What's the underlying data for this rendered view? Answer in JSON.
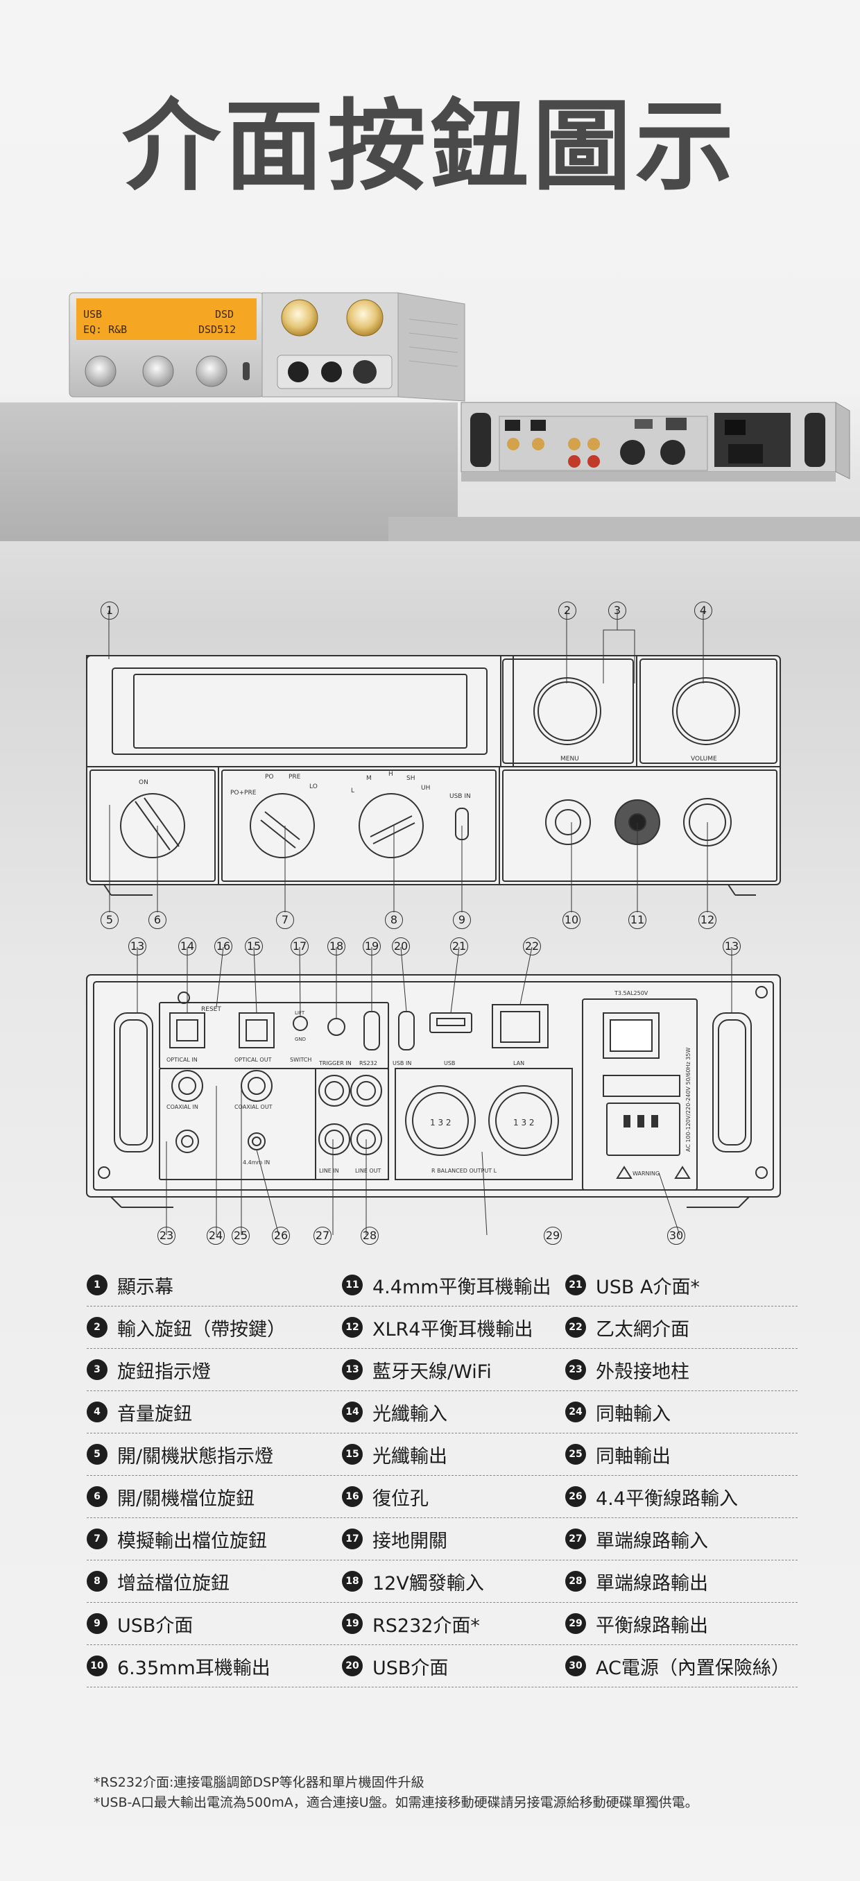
{
  "title": "介面按鈕圖示",
  "front_panel_display": {
    "line1_left": "USB",
    "line1_right": "DSD",
    "line2_left": "EQ: R&B",
    "line2_right": "DSD512"
  },
  "diagram_labels": {
    "on": "ON",
    "po_pre": "PO+PRE",
    "po": "PO",
    "pre": "PRE",
    "lo": "LO",
    "l": "L",
    "m": "M",
    "h": "H",
    "sh": "SH",
    "uh": "UH",
    "usb_in": "USB IN",
    "menu": "MENU",
    "volume": "VOLUME",
    "reset": "RESET",
    "optical_in": "OPTICAL IN",
    "optical_out": "OPTICAL OUT",
    "lift": "LIFT",
    "gnd": "GND",
    "switch": "SWITCH",
    "coaxial_in": "COAXIAL IN",
    "coaxial_out": "COAXIAL OUT",
    "trigger_in": "TRIGGER IN",
    "rs232": "RS232",
    "usb_in_rear": "USB IN",
    "usb": "USB",
    "lan": "LAN",
    "fuse": "T3.5AL250V",
    "line_in": "LINE IN",
    "line_out": "LINE OUT",
    "balanced_output": "R    BALANCED OUTPUT    L",
    "four_four_in": "4.4mm IN",
    "ac_rating": "AC 100-120V/220-240V  50/60Hz  35W",
    "warning": "WARNING",
    "xlr_pins": "1 3 2"
  },
  "callouts": [
    "1",
    "2",
    "3",
    "4",
    "5",
    "6",
    "7",
    "8",
    "9",
    "10",
    "11",
    "12",
    "13",
    "14",
    "16",
    "15",
    "17",
    "18",
    "19",
    "20",
    "21",
    "22",
    "13",
    "23",
    "24",
    "25",
    "26",
    "27",
    "28",
    "29",
    "30"
  ],
  "legend": [
    [
      "1",
      "顯示幕",
      "11",
      "4.4mm平衡耳機輸出",
      "21",
      "USB A介面*"
    ],
    [
      "2",
      "輸入旋鈕（帶按鍵）",
      "12",
      "XLR4平衡耳機輸出",
      "22",
      "乙太網介面"
    ],
    [
      "3",
      "旋鈕指示燈",
      "13",
      "藍牙天線/WiFi",
      "23",
      "外殼接地柱"
    ],
    [
      "4",
      "音量旋鈕",
      "14",
      "光纖輸入",
      "24",
      "同軸輸入"
    ],
    [
      "5",
      "開/關機狀態指示燈",
      "15",
      "光纖輸出",
      "25",
      "同軸輸出"
    ],
    [
      "6",
      "開/關機檔位旋鈕",
      "16",
      "復位孔",
      "26",
      "4.4平衡線路輸入"
    ],
    [
      "7",
      "模擬輸出檔位旋鈕",
      "17",
      "接地開關",
      "27",
      "單端線路輸入"
    ],
    [
      "8",
      "增益檔位旋鈕",
      "18",
      "12V觸發輸入",
      "28",
      "單端線路輸出"
    ],
    [
      "9",
      "USB介面",
      "19",
      "RS232介面*",
      "29",
      "平衡線路輸出"
    ],
    [
      "10",
      "6.35mm耳機輸出",
      "20",
      "USB介面",
      "30",
      "AC電源（內置保險絲）"
    ]
  ],
  "notes": [
    "*RS232介面:連接電腦調節DSP等化器和單片機固件升級",
    "*USB-A口最大輸出電流為500mA，適合連接U盤。如需連接移動硬碟請另接電源給移動硬碟單獨供電。"
  ]
}
